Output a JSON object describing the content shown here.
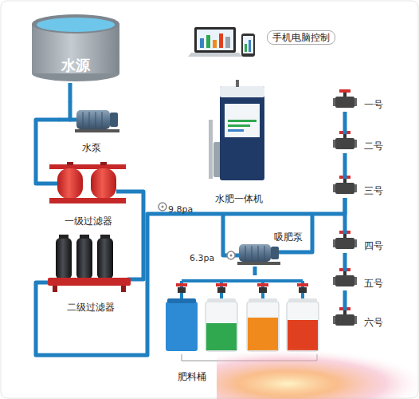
{
  "diagram": {
    "nodes": [
      {
        "text": [
          "水源"
        ]
      },
      {
        "text": [
          "手机电脑控制"
        ]
      },
      {
        "text": [
          "水泵"
        ]
      },
      {
        "text": [
          "水肥一体机"
        ]
      },
      {
        "text": [
          "一级过滤器"
        ]
      },
      {
        "text": [
          "二级过滤器"
        ]
      },
      {
        "text": [
          "吸肥泵"
        ]
      },
      {
        "text": [
          "肥料桶"
        ]
      },
      {
        "text": [
          "一号"
        ]
      },
      {
        "text": [
          "二号"
        ]
      },
      {
        "text": [
          "三号"
        ]
      },
      {
        "text": [
          "四号"
        ]
      },
      {
        "text": [
          "五号"
        ]
      },
      {
        "text": [
          "六号"
        ]
      }
    ],
    "edges": [
      {
        "from": 0,
        "to": 2,
        "arrow": "none"
      },
      {
        "from": 2,
        "to": 4,
        "arrow": "none"
      },
      {
        "from": 4,
        "to": 5,
        "arrow": "none"
      },
      {
        "from": 5,
        "to": 10,
        "arrow": "none"
      },
      {
        "from": 6,
        "to": 7,
        "arrow": "none"
      },
      {
        "from": 8,
        "to": 9,
        "arrow": "none"
      },
      {
        "from": 9,
        "to": 10,
        "arrow": "none"
      },
      {
        "from": 10,
        "to": 11,
        "arrow": "none"
      },
      {
        "from": 11,
        "to": 12,
        "arrow": "none"
      },
      {
        "from": 12,
        "to": 13,
        "arrow": "none"
      }
    ],
    "labels": [
      "9.8pa",
      "6.3pa"
    ]
  }
}
